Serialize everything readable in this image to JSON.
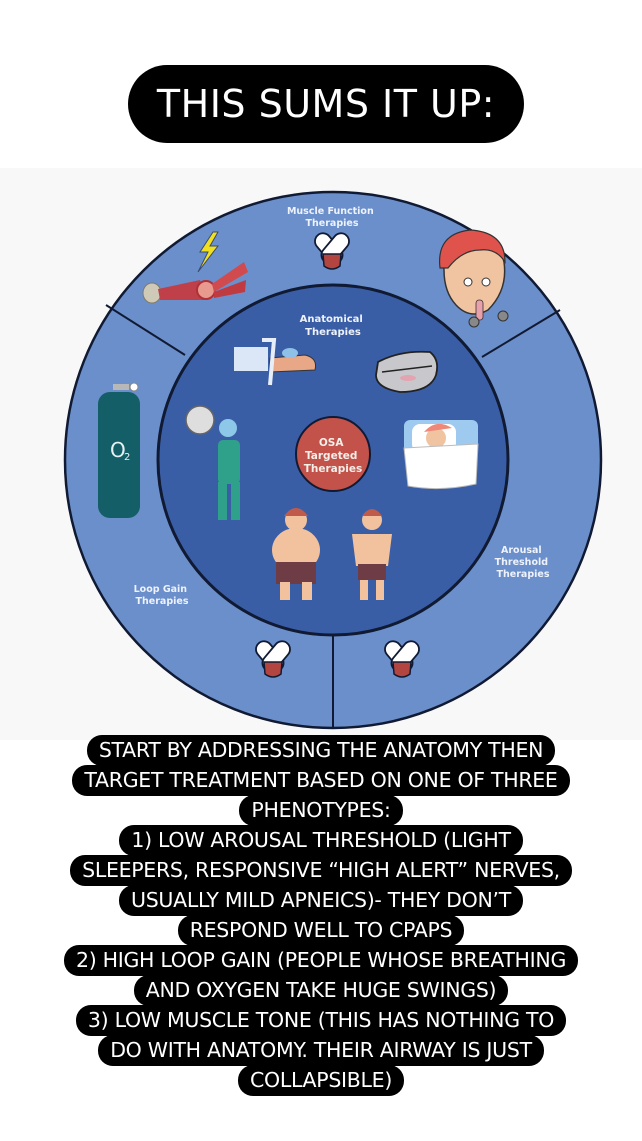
{
  "header": {
    "title": "THIS SUMS IT UP:"
  },
  "diagram": {
    "center_label": [
      "OSA",
      "Targeted",
      "Therapies"
    ],
    "inner_ring_label": [
      "Anatomical",
      "Therapies"
    ],
    "segments": [
      {
        "id": "muscle-function",
        "label": [
          "Muscle Function",
          "Therapies"
        ],
        "icons": [
          "pill-capsules-icon",
          "muscle-stimulation-icon",
          "tongue-exercise-boy-icon"
        ]
      },
      {
        "id": "arousal-threshold",
        "label": [
          "Arousal",
          "Threshold",
          "Therapies"
        ],
        "icons": [
          "pill-capsules-icon"
        ]
      },
      {
        "id": "loop-gain",
        "label": [
          "Loop Gain",
          "Therapies"
        ],
        "icons": [
          "oxygen-tank-icon",
          "pill-capsules-icon"
        ]
      }
    ],
    "anatomical_icons": [
      "cpap-mask-nose-icon",
      "mouthguard-oral-appliance-icon",
      "surgeon-icon",
      "sleeping-person-positional-icon",
      "overweight-man-icon",
      "fit-man-icon"
    ],
    "o2_label": "O",
    "o2_subscript": "2",
    "colors": {
      "outer_ring": "#6b8fcb",
      "inner_circle": "#3a5ea6",
      "center": "#c2524a",
      "outline": "#111a33",
      "label_text": "#eef2fb"
    }
  },
  "caption": {
    "lines": [
      "START BY ADDRESSING THE ANATOMY THEN",
      "TARGET TREATMENT BASED ON ONE OF THREE",
      "PHENOTYPES:",
      "1) LOW AROUSAL THRESHOLD (LIGHT",
      "SLEEPERS, RESPONSIVE “HIGH ALERT” NERVES,",
      "USUALLY MILD APNEICS)- THEY DON’T",
      "RESPOND WELL TO CPAPS",
      "2) HIGH LOOP GAIN (PEOPLE WHOSE BREATHING",
      "AND OXYGEN TAKE HUGE SWINGS)",
      "3) LOW MUSCLE TONE (THIS HAS NOTHING TO",
      "DO WITH ANATOMY. THEIR AIRWAY IS JUST",
      "COLLAPSIBLE)"
    ]
  }
}
